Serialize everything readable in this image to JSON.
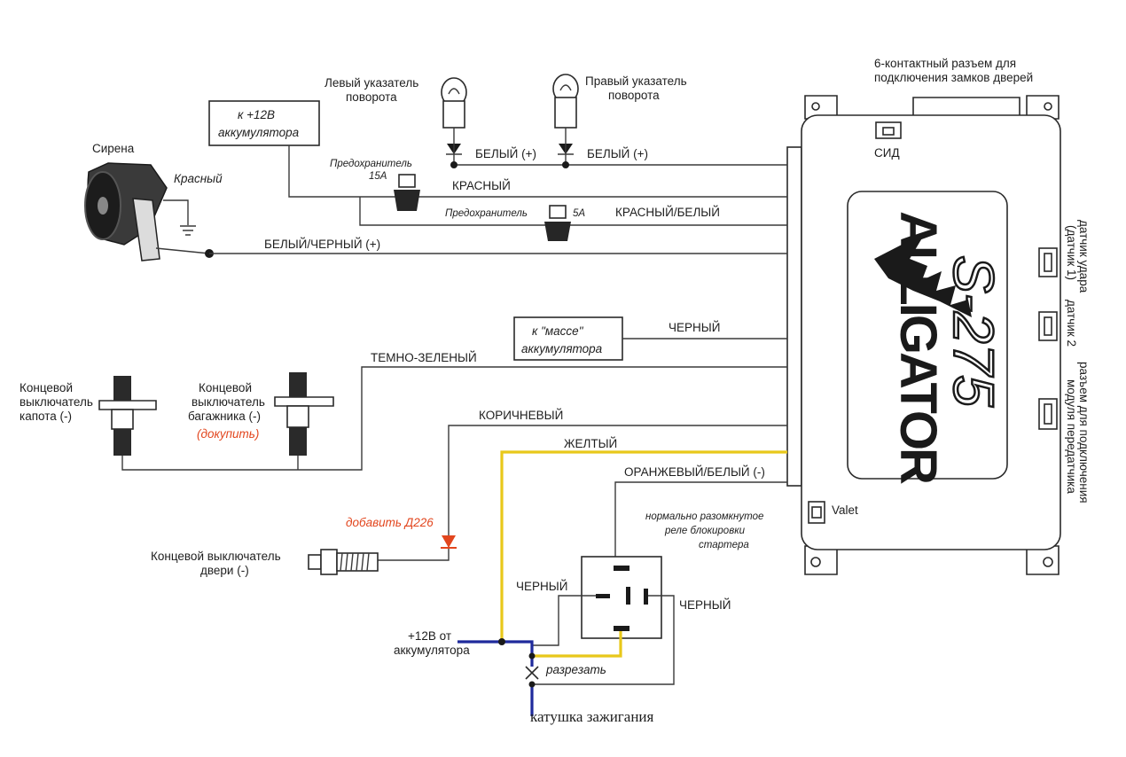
{
  "colors": {
    "wire": "#3a3a3a",
    "yellow_wire": "#e8c81a",
    "blue_wire": "#1f2a9c",
    "note_red": "#e2461e",
    "brand_dark": "#1a1a1a"
  },
  "unit": {
    "brand": "ALLIGATOR",
    "model": "S-275",
    "led_label": "СИД",
    "valet_label": "Valet",
    "door_connector_label": [
      "6-контактный разъем для",
      "подключения замков дверей"
    ],
    "shock_sensor_label": [
      "датчик удара",
      "(датчик 1)"
    ],
    "sensor2_label": "датчик 2",
    "transmitter_label": [
      "разъем для подключения",
      "модуля передатчика"
    ]
  },
  "components": {
    "siren": "Сирена",
    "siren_wire": "Красный",
    "left_turn": [
      "Левый указатель",
      "поворота"
    ],
    "right_turn": [
      "Правый указатель",
      "поворота"
    ],
    "battery_plus": [
      "к +12В",
      "аккумулятора"
    ],
    "fuse_15": [
      "Предохранитель",
      "15А"
    ],
    "fuse_5": [
      "Предохранитель",
      "5А"
    ],
    "battery_ground": [
      "к  \"массе\"",
      "аккумулятора"
    ],
    "hood_switch": [
      "Концевой",
      "выключатель",
      "капота (-)"
    ],
    "trunk_switch": [
      "Концевой",
      "выключатель",
      "багажника (-)"
    ],
    "trunk_note": "(докупить)",
    "door_switch": [
      "Концевой выключатель",
      "двери (-)"
    ],
    "diode_note": "добавить Д226",
    "relay_note": [
      "нормально разомкнутое",
      "реле блокировки",
      "стартера"
    ],
    "battery_12v": [
      "+12В от",
      "аккумулятора"
    ],
    "cut_label": "разрезать",
    "ignition": "катушка зажигания"
  },
  "wires": {
    "white1": "БЕЛЫЙ (+)",
    "white2": "БЕЛЫЙ (+)",
    "red": "КРАСНЫЙ",
    "red_white": "КРАСНЫЙ/БЕЛЫЙ",
    "white_black": "БЕЛЫЙ/ЧЕРНЫЙ (+)",
    "black": "ЧЕРНЫЙ",
    "dark_green": "ТЕМНО-ЗЕЛЕНЫЙ",
    "brown": "КОРИЧНЕВЫЙ",
    "yellow": "ЖЕЛТЫЙ",
    "orange_white": "ОРАНЖЕВЫЙ/БЕЛЫЙ (-)",
    "relay_black_left": "ЧЕРНЫЙ",
    "relay_black_right": "ЧЕРНЫЙ"
  }
}
